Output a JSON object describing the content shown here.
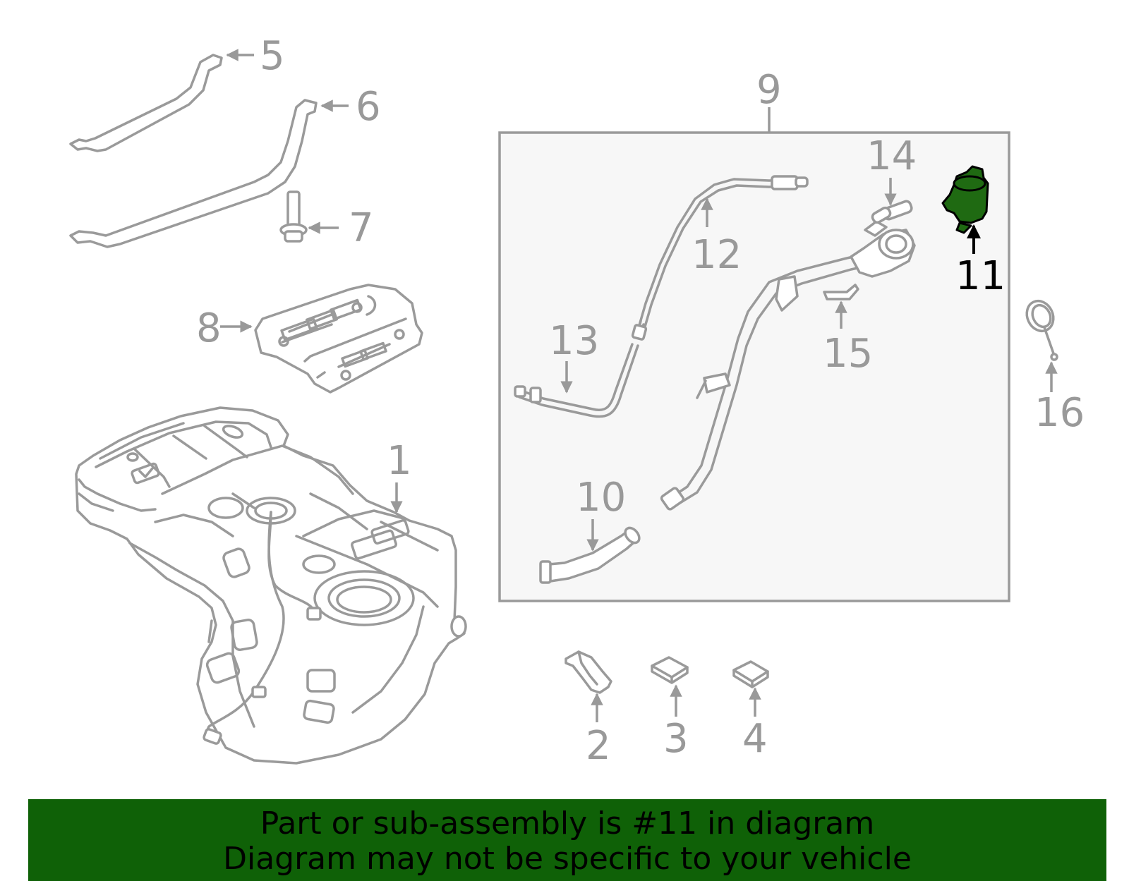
{
  "callouts": {
    "c1": "1",
    "c2": "2",
    "c3": "3",
    "c4": "4",
    "c5": "5",
    "c6": "6",
    "c7": "7",
    "c8": "8",
    "c9": "9",
    "c10": "10",
    "c11": "11",
    "c12": "12",
    "c13": "13",
    "c14": "14",
    "c15": "15",
    "c16": "16"
  },
  "highlight_part": "11",
  "colors": {
    "line": "#9a9a9a",
    "highlight_fill": "#1f6a12",
    "banner_bg": "#0f6107",
    "box_bg": "#f7f7f7"
  },
  "banner": {
    "line1": "Part or sub-assembly is #11 in diagram",
    "line2": "Diagram may not be specific to your vehicle"
  }
}
